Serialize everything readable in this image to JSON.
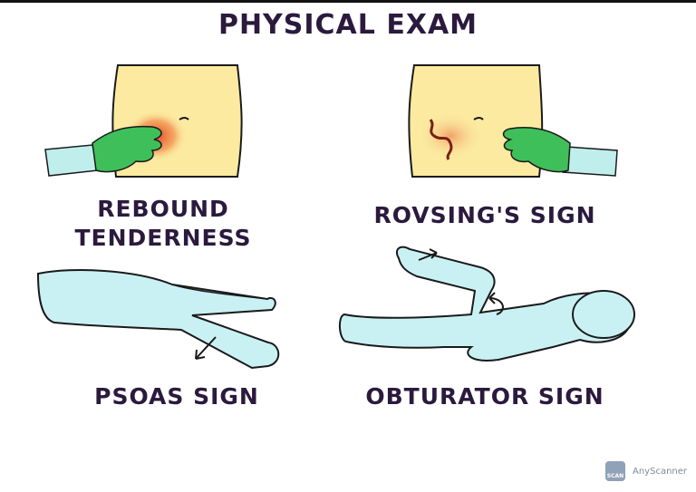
{
  "title": "PHYSICAL EXAM",
  "panels": {
    "rebound": {
      "line1": "REBOUND",
      "line2": "TENDERNESS"
    },
    "rovsing": {
      "label": "ROVSING'S SIGN"
    },
    "psoas": {
      "label": "PSOAS SIGN"
    },
    "obturator": {
      "label": "OBTURATOR SIGN"
    }
  },
  "watermark": {
    "brand": "AnyScanner",
    "logo_text": "SCAN"
  },
  "colors": {
    "skin": "#fbeaa0",
    "glove": "#3fbf5a",
    "tenderness": "#e23a1e",
    "body": "#c9f1f4",
    "outline": "#1a1a1a",
    "text": "#2b1a3d"
  },
  "icons": [
    "hand-glove-icon",
    "abdomen-icon",
    "arrow-icon",
    "lying-body-icon"
  ]
}
